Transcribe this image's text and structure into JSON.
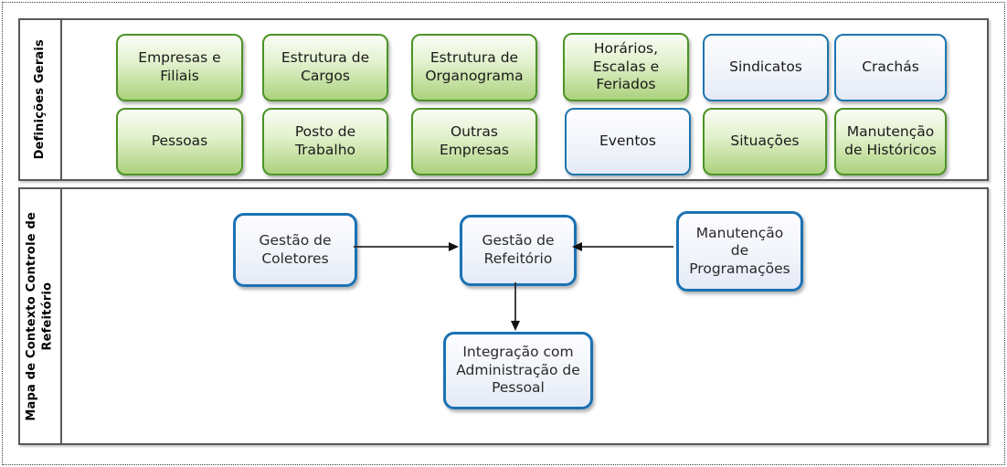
{
  "colors": {
    "green_box_border": "#4c9326",
    "green_box_fill_top": "#fafdf6",
    "green_box_fill_bottom": "#abd27c",
    "blue_box_border": "#1e75ad",
    "blue_box_fill_top": "#fdfdff",
    "blue_box_fill_bottom": "#e4eaf6",
    "lane_border": "#58585b",
    "arrow_color": "#222222",
    "text_color": "#1a1a1a",
    "background": "#ffffff"
  },
  "lanes": [
    {
      "label": "Definições Gerais",
      "boxes": [
        {
          "text": "Empresas e\nFiliais",
          "style": "green"
        },
        {
          "text": "Estrutura de\nCargos",
          "style": "green"
        },
        {
          "text": "Estrutura de\nOrganograma",
          "style": "green"
        },
        {
          "text": "Horários,\nEscalas e\nFeriados",
          "style": "green"
        },
        {
          "text": "Sindicatos",
          "style": "blue"
        },
        {
          "text": "Crachás",
          "style": "blue"
        },
        {
          "text": "Pessoas",
          "style": "green"
        },
        {
          "text": "Posto de\nTrabalho",
          "style": "green"
        },
        {
          "text": "Outras\nEmpresas",
          "style": "green"
        },
        {
          "text": "Eventos",
          "style": "blue"
        },
        {
          "text": "Situações",
          "style": "green"
        },
        {
          "text": "Manutenção\nde Históricos",
          "style": "green"
        }
      ]
    },
    {
      "label": "Mapa de Contexto Controle de\nRefeitório",
      "nodes": [
        {
          "text": "Gestão de\nColetores"
        },
        {
          "text": "Gestão de\nRefeitório"
        },
        {
          "text": "Manutenção\nde\nProgramações"
        },
        {
          "text": "Integração com\nAdministração de\nPessoal"
        }
      ],
      "arrows": [
        {
          "from": "Gestão de Coletores",
          "to": "Gestão de Refeitório",
          "direction": "right"
        },
        {
          "from": "Manutenção de Programações",
          "to": "Gestão de Refeitório",
          "direction": "left"
        },
        {
          "from": "Gestão de Refeitório",
          "to": "Integração com Administração de Pessoal",
          "direction": "down"
        }
      ]
    }
  ]
}
